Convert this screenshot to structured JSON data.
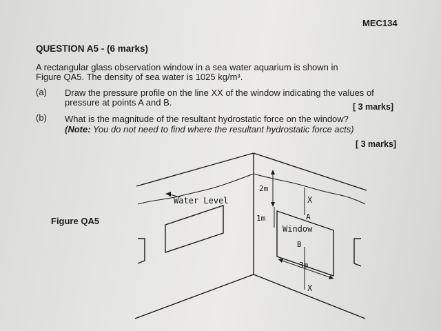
{
  "header": {
    "code": "MEC134"
  },
  "question": {
    "title": "QUESTION A5  -  (6 marks)",
    "intro_line1": "A rectangular glass observation window  in  a sea  water aquarium is shown in",
    "intro_line2": "Figure QA5.  The density of sea water is 1025 kg/m³.",
    "part_a": {
      "label": "(a)",
      "line1": "Draw the pressure profile on the line XX of the window indicating the values of",
      "line2": "pressure at points A and B.",
      "marks": "[ 3 marks]"
    },
    "part_b": {
      "label": "(b)",
      "line1": "What is the magnitude of the resultant hydrostatic force on the window?",
      "note_bold": "(Note:",
      "note_rest": " You do not need to find where the resultant hydrostatic force acts)",
      "marks": "[ 3 marks]"
    }
  },
  "figure": {
    "caption": "Figure QA5",
    "water_level": "Water Level",
    "dim_2m": "2m",
    "dim_1m": "1m",
    "window": "Window",
    "dim_3m": "3m",
    "point_a": "A",
    "point_b": "B",
    "x_top": "X",
    "x_bottom": "X"
  }
}
